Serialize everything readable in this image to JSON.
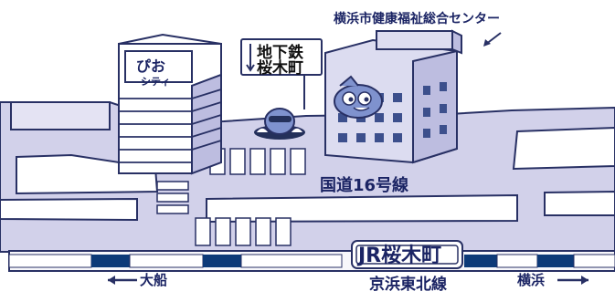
{
  "map": {
    "center_label": "横浜市健康福祉総合センター",
    "building_left_name": "ぴお",
    "building_left_subname": "シティ",
    "sign_line1": "地下鉄",
    "sign_line2": "桜木町",
    "route_label": "国道16号線",
    "station_label": "JR桜木町",
    "line_label": "京浜東北線",
    "direction_left": "大船",
    "direction_right": "横浜"
  },
  "colors": {
    "road": "#c9c8e6",
    "sidewalk": "#e7e6f4",
    "outline": "#283064",
    "building": "#dcdcf0",
    "building_shadow": "#bdbde0",
    "window": "#3c4f8c",
    "rail_dark": "#0d3a78",
    "rail_light": "#f5f6fb",
    "text": "#1b2464"
  },
  "icons": {
    "left_direction_arrow": "arrow-left-icon",
    "right_direction_arrow": "arrow-right-icon",
    "sign_arrow": "arrow-down-icon",
    "center_pointer": "pointer-arrow-icon",
    "mascot_building": "mascot-icon",
    "mascot_hole": "mole-icon"
  }
}
